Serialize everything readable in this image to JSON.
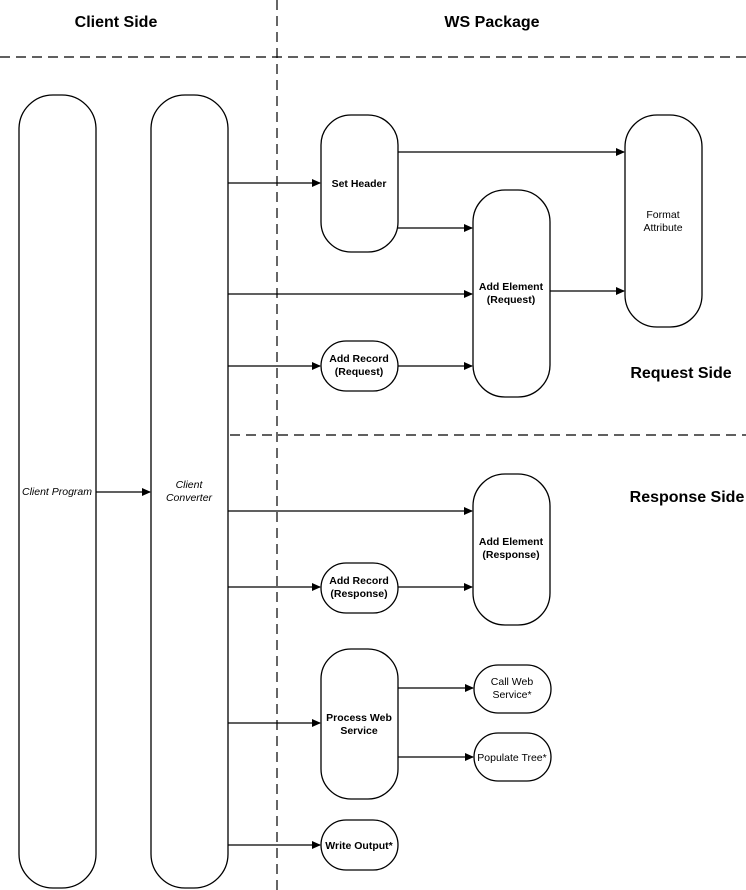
{
  "headers": {
    "client_side": "Client Side",
    "ws_package": "WS Package",
    "request_side": "Request Side",
    "response_side": "Response Side"
  },
  "nodes": {
    "client_program": "Client Program",
    "client_converter": [
      "Client",
      "Converter"
    ],
    "set_header": "Set Header",
    "format_attribute": [
      "Format",
      "Attribute"
    ],
    "add_element_request": [
      "Add Element",
      "(Request)"
    ],
    "add_record_request": [
      "Add Record",
      "(Request)"
    ],
    "add_element_response": [
      "Add Element",
      "(Response)"
    ],
    "add_record_response": [
      "Add Record",
      "(Response)"
    ],
    "process_web_service": [
      "Process Web",
      "Service"
    ],
    "call_web_service": [
      "Call Web",
      "Service*"
    ],
    "populate_tree": "Populate Tree*",
    "write_output": "Write Output*"
  }
}
